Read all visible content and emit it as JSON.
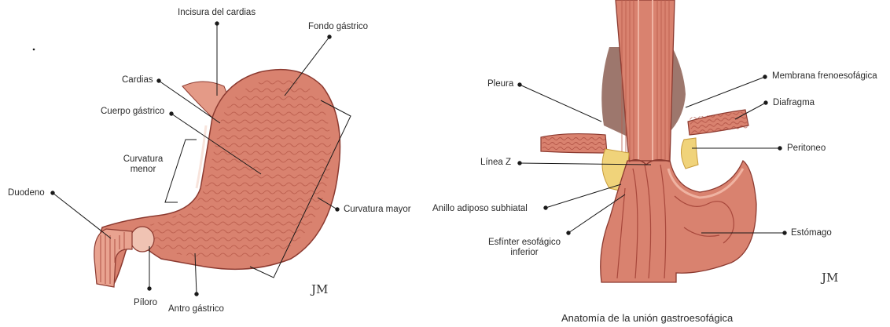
{
  "left_figure": {
    "labels": {
      "incisura": "Incisura del cardias",
      "fondo": "Fondo gástrico",
      "cardias": "Cardias",
      "cuerpo": "Cuerpo gástrico",
      "curv_menor_1": "Curvatura",
      "curv_menor_2": "menor",
      "duodeno": "Duodeno",
      "curv_mayor": "Curvatura mayor",
      "piloro": "Píloro",
      "antro": "Antro gástrico"
    },
    "signature": "JM"
  },
  "right_figure": {
    "labels": {
      "pleura": "Pleura",
      "membrana": "Membrana frenoesofágica",
      "diafragma": "Diafragma",
      "linea_z": "Línea Z",
      "peritoneo": "Peritoneo",
      "anillo": "Anillo adiposo subhiatal",
      "estomago": "Estómago",
      "esfinter_1": "Esfínter esofágico",
      "esfinter_2": "inferior"
    },
    "signature": "JM",
    "caption": "Anatomía de la unión gastroesofágica"
  },
  "colors": {
    "tissue": "#d9826f",
    "tissue_dark": "#a8483c",
    "tissue_light": "#efb3a2",
    "fat": "#f0d37a",
    "line": "#1a1a1a"
  }
}
